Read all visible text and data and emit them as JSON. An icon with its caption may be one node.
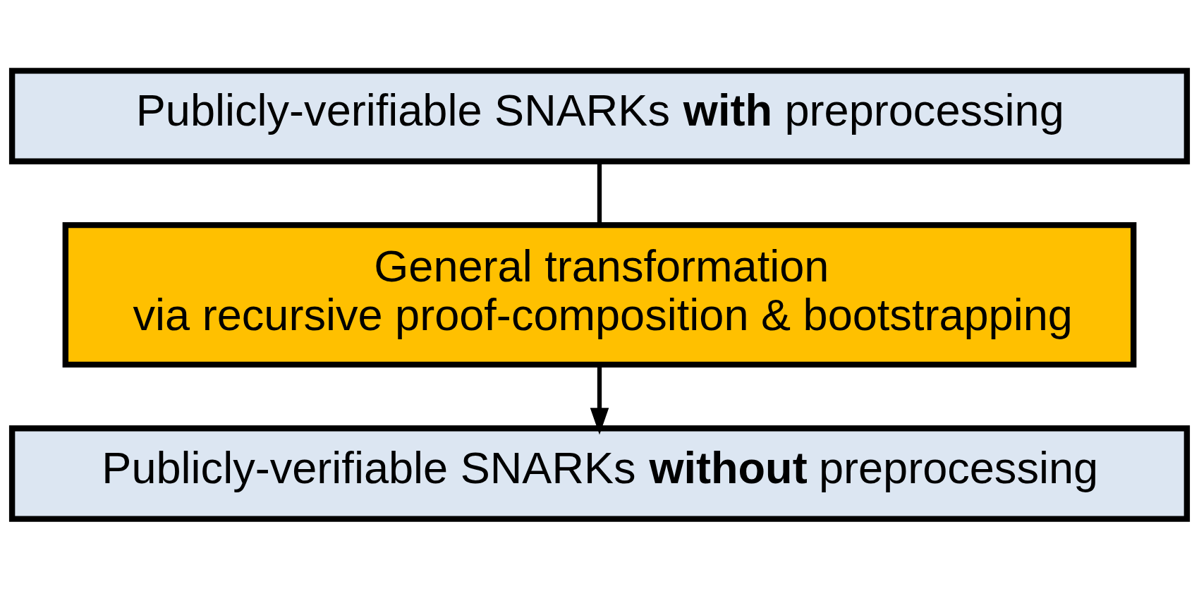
{
  "diagram": {
    "nodes": [
      {
        "text": [
          "Publicly-verifiable SNARKs **with** preprocessing"
        ]
      },
      {
        "text": [
          "General transformation",
          "via recursive proof-composition & bootstrapping"
        ]
      },
      {
        "text": [
          "Publicly-verifiable SNARKs **without** preprocessing"
        ]
      }
    ],
    "edges": [
      {
        "from": 0,
        "to": 1,
        "arrow": "none"
      },
      {
        "from": 1,
        "to": 2,
        "arrow": "to"
      }
    ]
  }
}
